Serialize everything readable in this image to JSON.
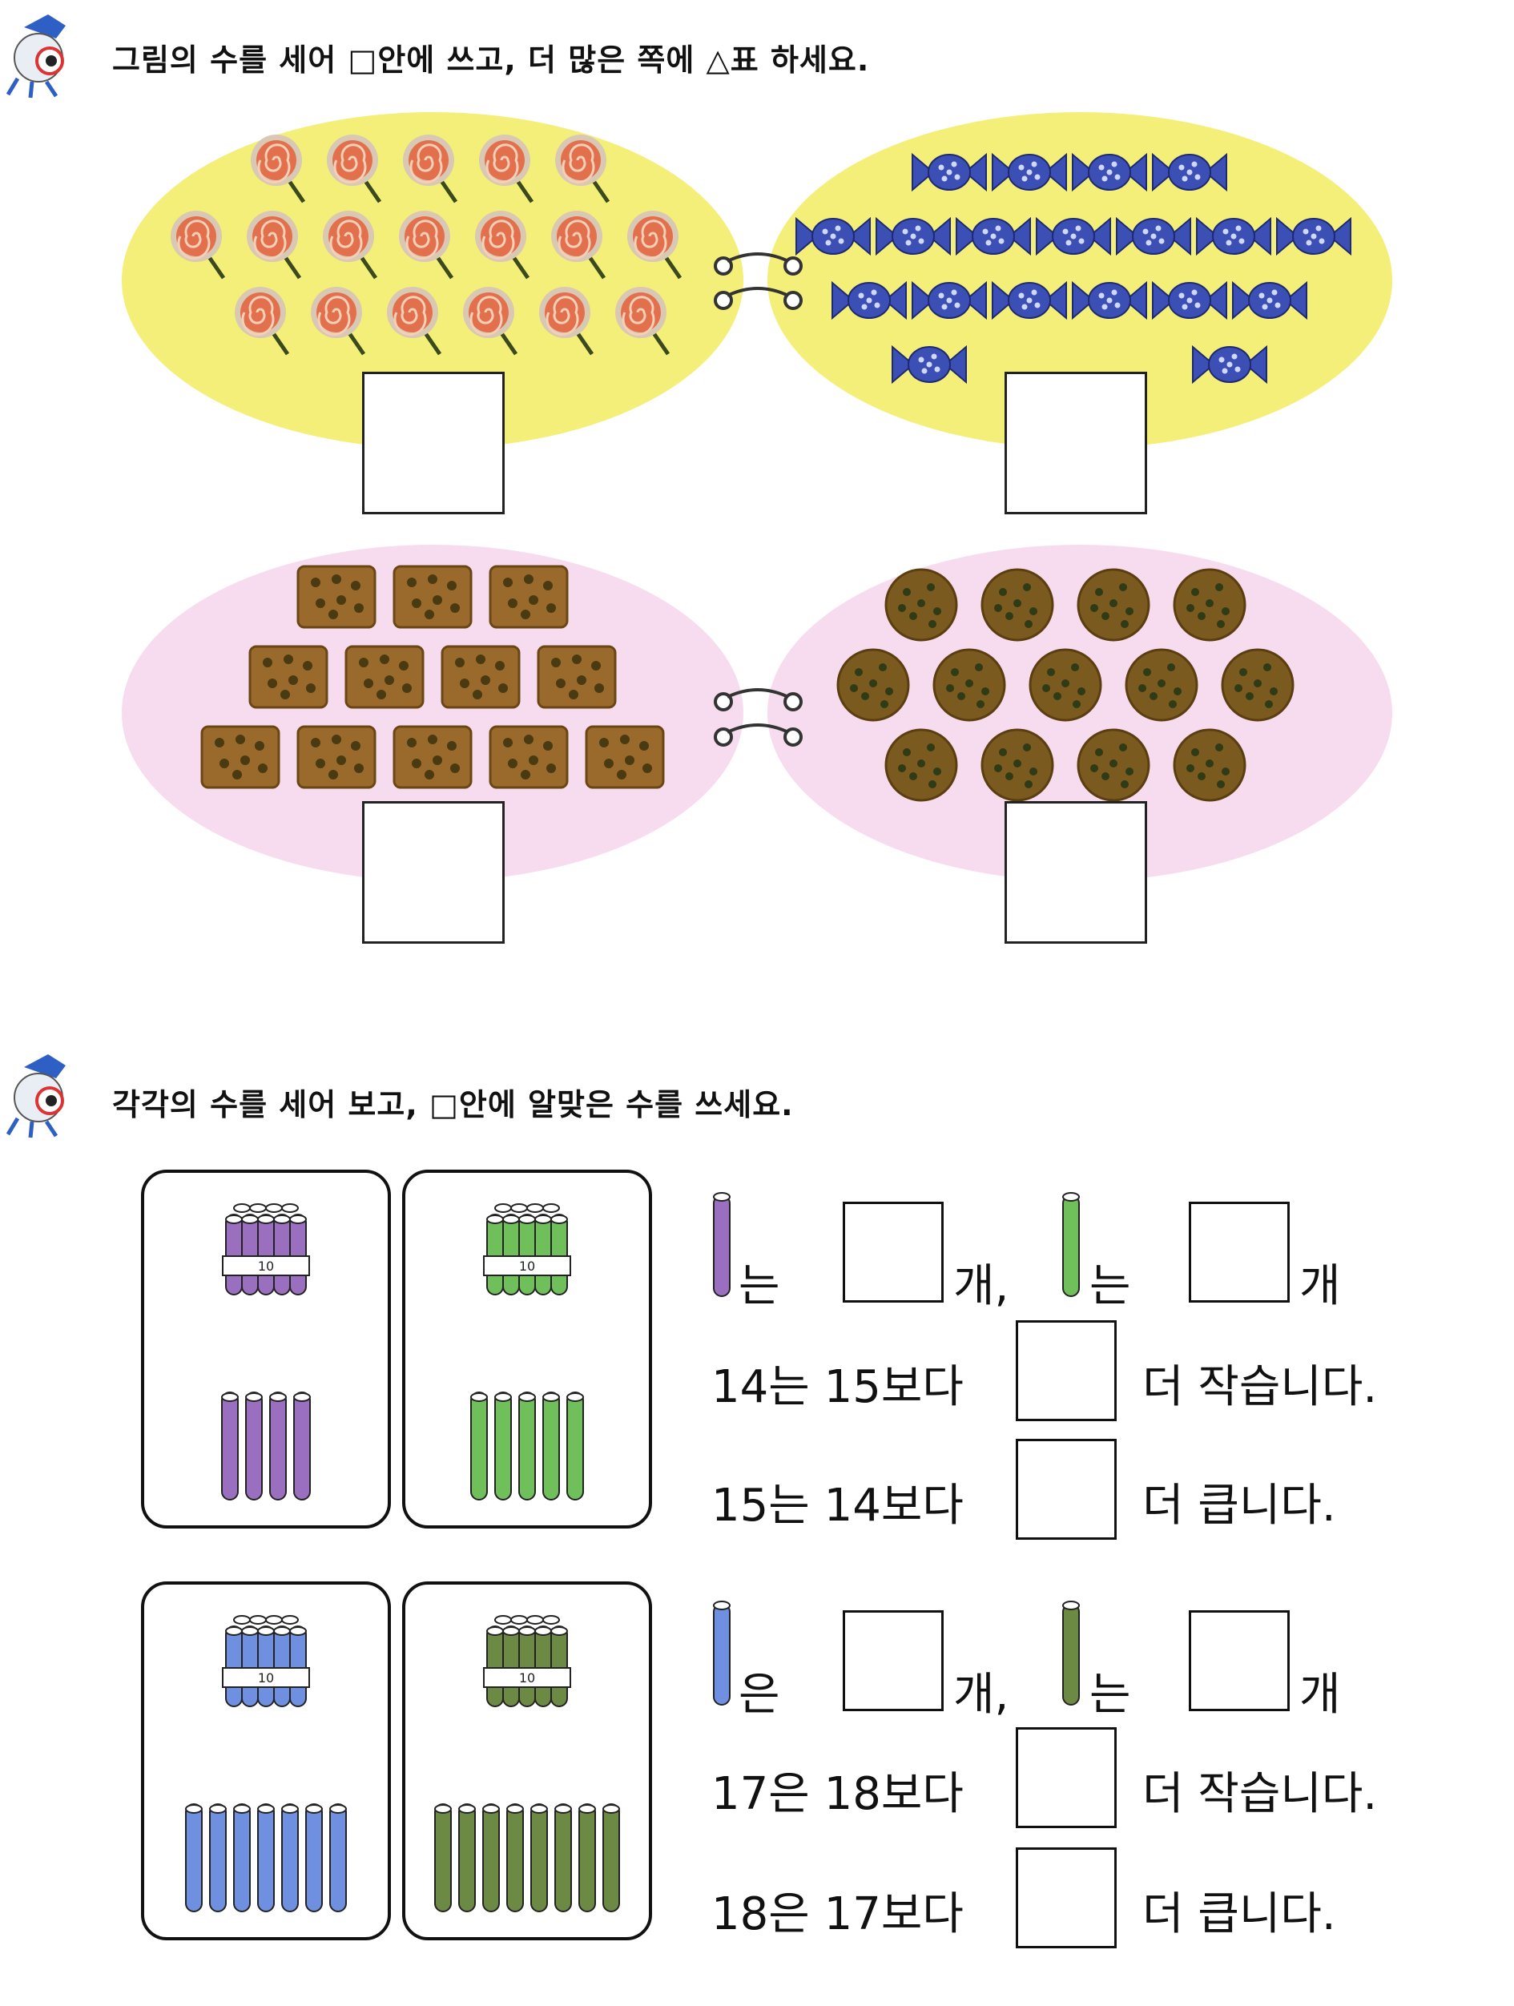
{
  "section1": {
    "instruction": "그림의 수를 세어 □안에 쓰고, 더 많은 쪽에 △표 하세요.",
    "colors": {
      "yellow": "#f4ef78",
      "pink": "#f7dcef",
      "lollipop": "#e2704c",
      "candy": "#3c4fb5",
      "cracker": "#9a6a2c",
      "cookie": "#7a5a1e"
    },
    "groups": [
      {
        "name": "lollipops",
        "count": 18,
        "rows": [
          5,
          7,
          6
        ]
      },
      {
        "name": "candies",
        "count": 19,
        "rows": [
          4,
          7,
          6,
          2
        ]
      },
      {
        "name": "crackers",
        "count": 12,
        "rows": [
          3,
          4,
          5
        ]
      },
      {
        "name": "cookies",
        "count": 13,
        "rows": [
          4,
          5,
          4
        ]
      }
    ]
  },
  "section2": {
    "instruction": "각각의 수를 세어 보고, □안에 알맞은 수를 쓰세요.",
    "colors": {
      "purple": "#9b6fc0",
      "green": "#6fbf5a",
      "blue": "#6f8fe0",
      "olive": "#6d8a44"
    },
    "panels": [
      {
        "name": "purple-bundle",
        "bundle_label": "10",
        "loose": 4
      },
      {
        "name": "green-bundle",
        "bundle_label": "10",
        "loose": 5
      },
      {
        "name": "blue-bundle",
        "bundle_label": "10",
        "loose": 7
      },
      {
        "name": "olive-bundle",
        "bundle_label": "10",
        "loose": 8
      }
    ],
    "problem1": {
      "p1": "는",
      "p2": "개,",
      "p3": "는",
      "p4": "개",
      "line2_a": "14는 15보다",
      "line2_b": "더 작습니다.",
      "line3_a": "15는 14보다",
      "line3_b": "더 큽니다."
    },
    "problem2": {
      "p1": "은",
      "p2": "개,",
      "p3": "는",
      "p4": "개",
      "line2_a": "17은 18보다",
      "line2_b": "더 작습니다.",
      "line3_a": "18은 17보다",
      "line3_b": "더 큽니다."
    }
  }
}
